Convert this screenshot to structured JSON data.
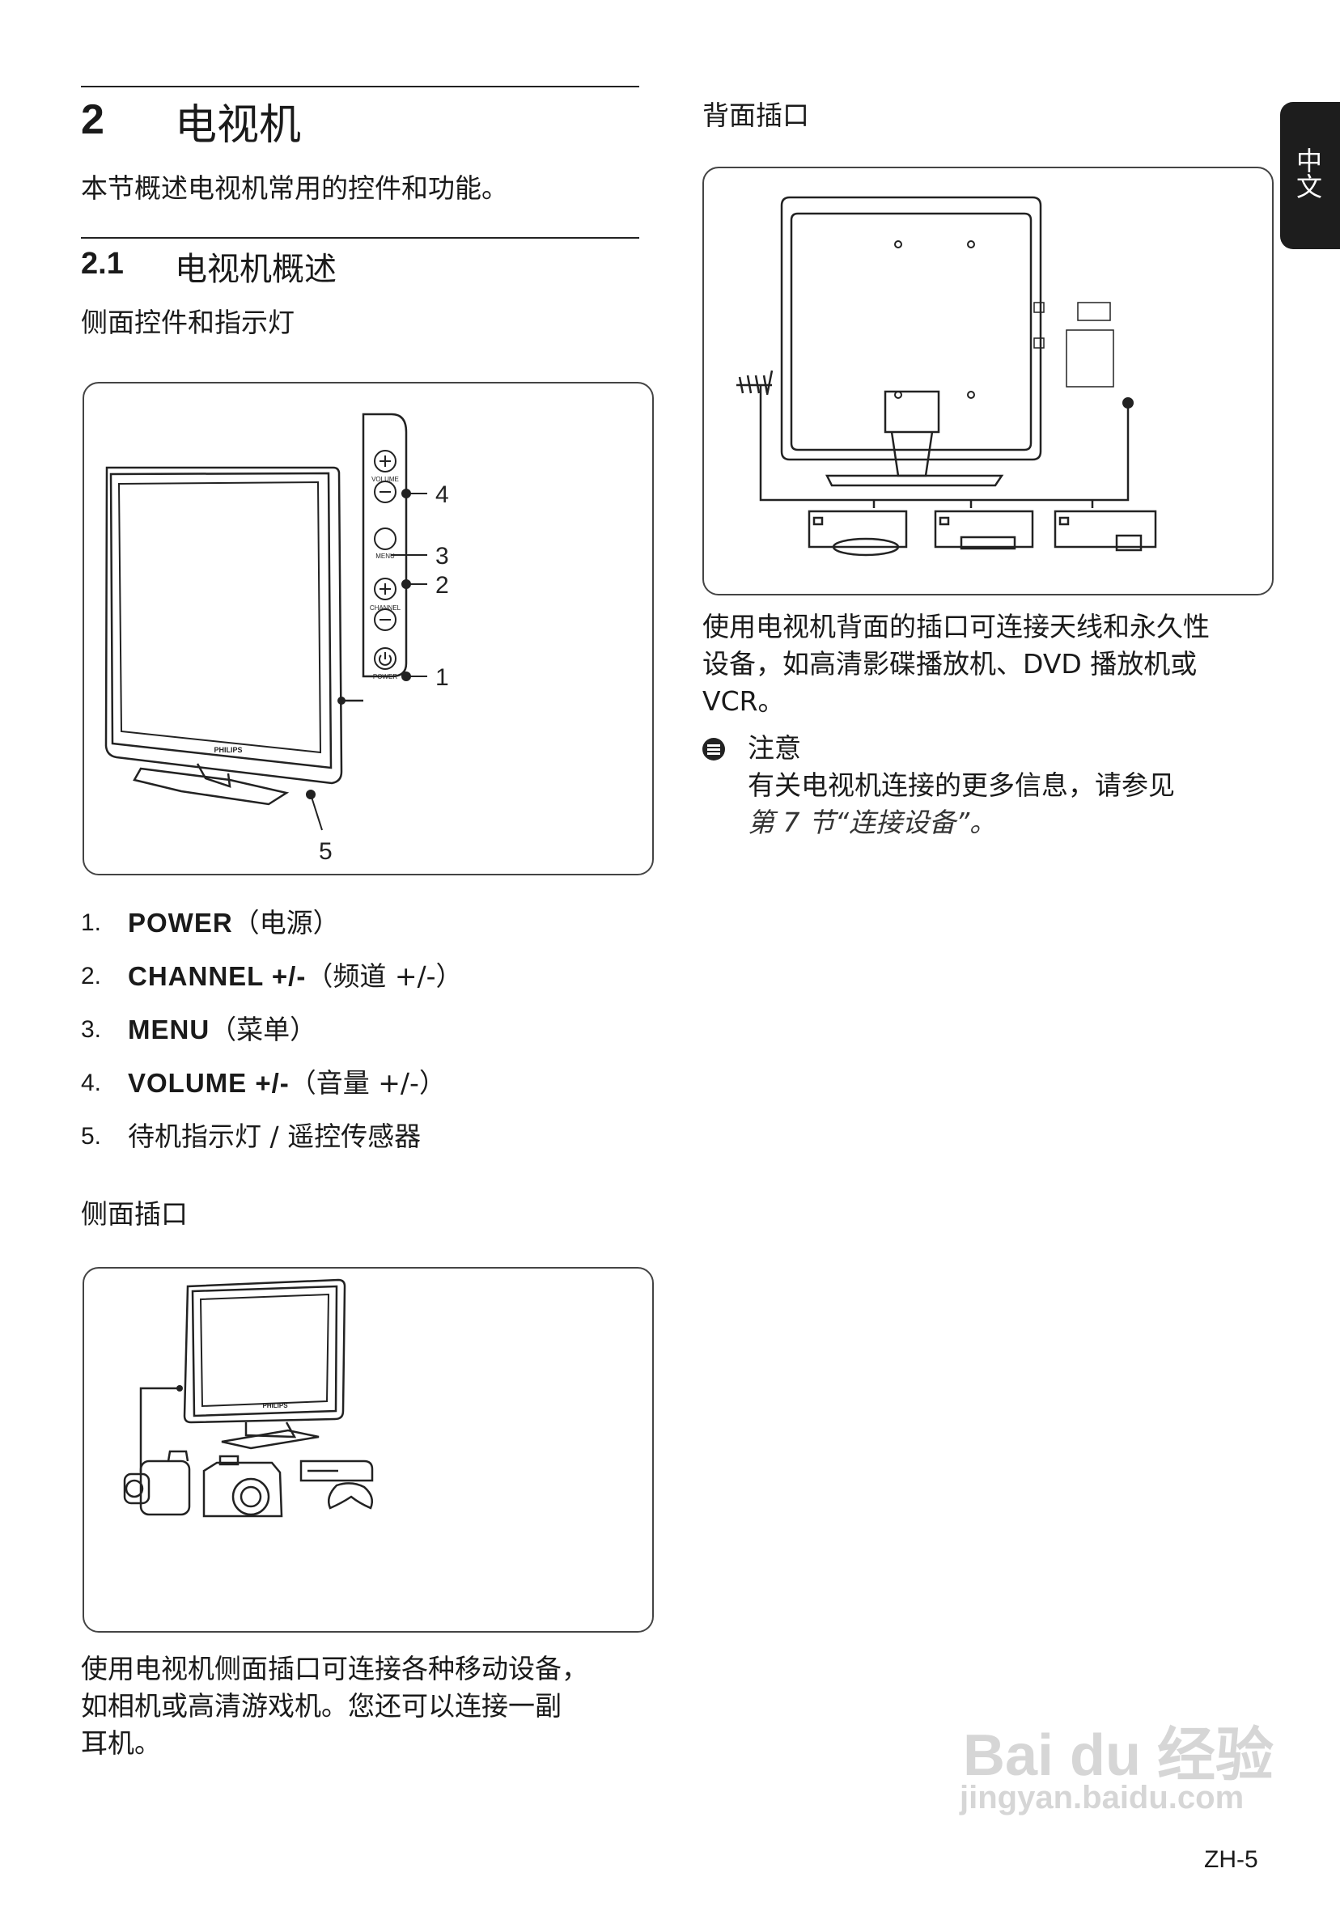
{
  "side_tab": "中文",
  "section": {
    "number": "2",
    "title": "电视机",
    "intro": "本节概述电视机常用的控件和功能。"
  },
  "subsection": {
    "number": "2.1",
    "title": "电视机概述"
  },
  "side_controls": {
    "heading": "侧面控件和指示灯",
    "panel_labels": {
      "volume": "VOLUME",
      "menu": "MENU",
      "channel": "CHANNEL",
      "power": "POWER"
    },
    "brand": "PHILIPS",
    "callouts": [
      "4",
      "3",
      "2",
      "1",
      "5"
    ],
    "items": [
      {
        "num": "1.",
        "bold": "POWER",
        "rest": "（电源）"
      },
      {
        "num": "2.",
        "bold": "CHANNEL +/-",
        "rest": "（频道 +/-）"
      },
      {
        "num": "3.",
        "bold": "MENU",
        "rest": "（菜单）"
      },
      {
        "num": "4.",
        "bold": "VOLUME +/-",
        "rest": "（音量 +/-）"
      },
      {
        "num": "5.",
        "bold": "",
        "rest": "待机指示灯 / 遥控传感器"
      }
    ]
  },
  "side_connectors": {
    "heading": "侧面插口",
    "brand": "PHILIPS",
    "text": [
      "使用电视机侧面插口可连接各种移动设备，",
      "如相机或高清游戏机。您还可以连接一副",
      "耳机。"
    ]
  },
  "rear_connectors": {
    "heading": "背面插口",
    "text": [
      "使用电视机背面的插口可连接天线和永久性",
      "设备，如高清影碟播放机、DVD 播放机或",
      "VCR。"
    ]
  },
  "note": {
    "title": "注意",
    "line1": "有关电视机连接的更多信息，请参见",
    "line2": "第 7 节“连接设备”。"
  },
  "watermark": {
    "logo": "Bai du 经验",
    "url": "jingyan.baidu.com"
  },
  "page_number": "ZH-5"
}
